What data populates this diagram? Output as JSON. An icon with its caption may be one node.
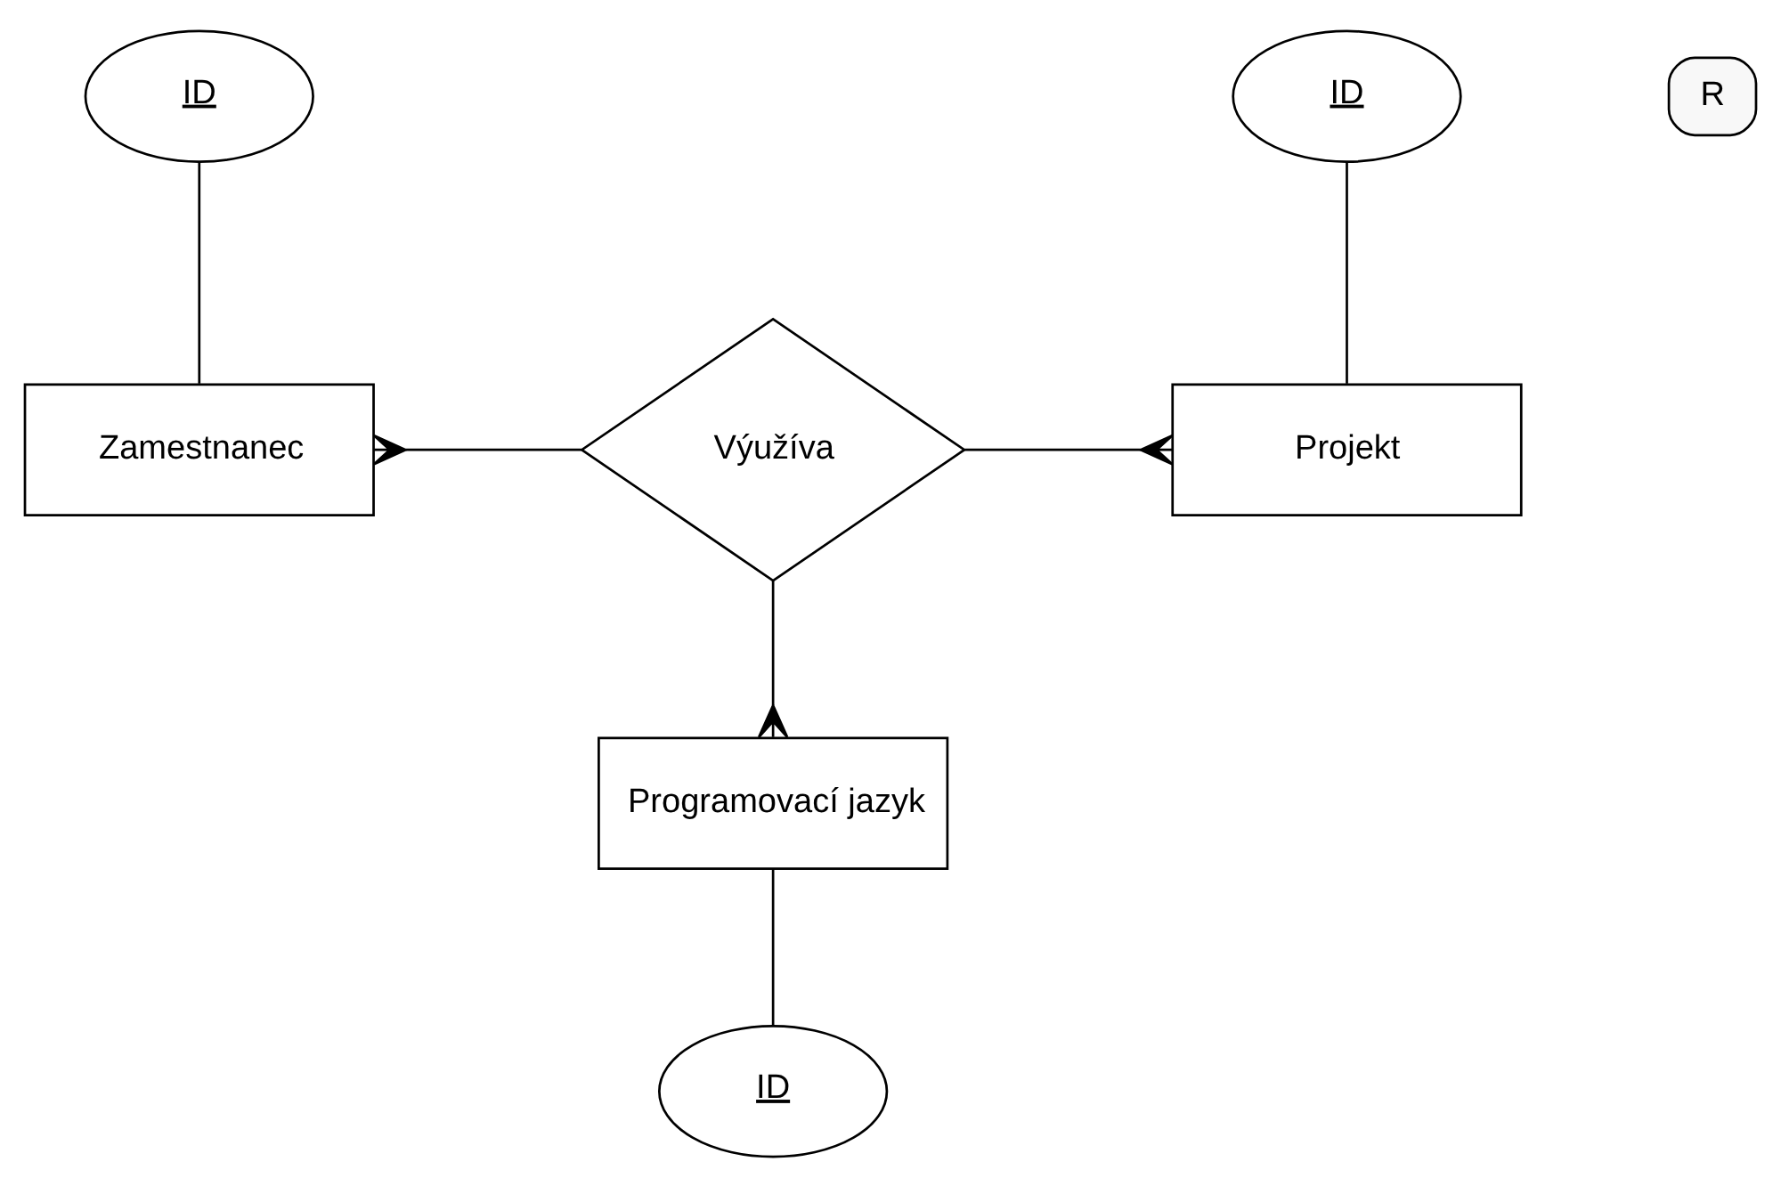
{
  "diagram": {
    "nodes": [
      {
        "text": [
          "ID"
        ]
      },
      {
        "text": [
          "R"
        ]
      },
      {
        "text": [
          "ID"
        ]
      },
      {
        "text": [
          "Zamestnanec"
        ]
      },
      {
        "text": [
          "Výužíva"
        ]
      },
      {
        "text": [
          "Projekt"
        ]
      },
      {
        "text": [
          "Programovací jazyk"
        ]
      },
      {
        "text": [
          "ID"
        ]
      }
    ],
    "edges": [
      {
        "from": 0,
        "to": 3,
        "arrow": "none"
      },
      {
        "from": 2,
        "to": 5,
        "arrow": "none"
      },
      {
        "from": 3,
        "to": 4,
        "arrow": "other"
      },
      {
        "from": 5,
        "to": 4,
        "arrow": "other"
      },
      {
        "from": 6,
        "to": 4,
        "arrow": "other"
      },
      {
        "from": 6,
        "to": 7,
        "arrow": "none"
      }
    ]
  }
}
